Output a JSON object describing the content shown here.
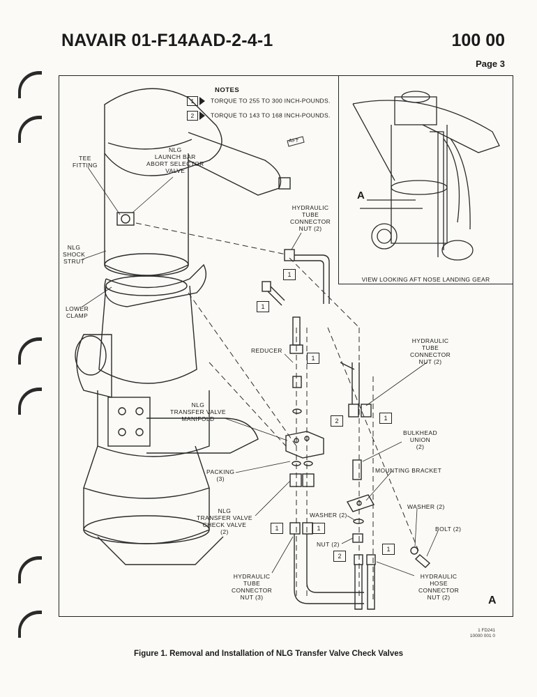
{
  "header": {
    "document_number": "NAVAIR 01-F14AAD-2-4-1",
    "work_package": "100 00",
    "page": "Page 3"
  },
  "notes": {
    "title": "NOTES",
    "items": [
      {
        "number": "1",
        "text": "TORQUE TO 255 TO 300 INCH-POUNDS."
      },
      {
        "number": "2",
        "text": "TORQUE TO 143 TO 168 INCH-POUNDS."
      }
    ]
  },
  "labels": {
    "aft": "AFT",
    "tee_fitting": "TEE\nFITTING",
    "launch_bar_valve": "NLG\nLAUNCH BAR\nABORT SELECTOR\nVALVE",
    "shock_strut": "NLG\nSHOCK\nSTRUT",
    "lower_clamp": "LOWER\nCLAMP",
    "hyd_tube_nut_2a": "HYDRAULIC\nTUBE\nCONNECTOR\nNUT (2)",
    "reducer": "REDUCER",
    "hyd_tube_nut_2b": "HYDRAULIC\nTUBE\nCONNECTOR\nNUT (2)",
    "transfer_manifold": "NLG\nTRANSFER VALVE\nMANIFOLD",
    "bulkhead_union": "BULKHEAD\nUNION\n(2)",
    "mounting_bracket": "MOUNTING BRACKET",
    "packing": "PACKING\n(3)",
    "check_valve": "NLG\nTRANSFER VALVE\nCHECK VALVE\n(2)",
    "washer_2_center": "WASHER (2)",
    "washer_2_right": "WASHER (2)",
    "bolt": "BOLT (2)",
    "nut_2": "NUT (2)",
    "hyd_tube_nut_3": "HYDRAULIC\nTUBE\nCONNECTOR\nNUT (3)",
    "hyd_hose_nut_2": "HYDRAULIC\nHOSE\nCONNECTOR\nNUT (2)"
  },
  "inset": {
    "view_marker": "A",
    "caption": "VIEW LOOKING AFT NOSE LANDING GEAR"
  },
  "callouts": {
    "one": "1",
    "two": "2"
  },
  "view_marker_main": "A",
  "figure_code": "1 FD241\n10000 001 0",
  "caption": "Figure 1. Removal and Installation of NLG Transfer Valve Check Valves"
}
